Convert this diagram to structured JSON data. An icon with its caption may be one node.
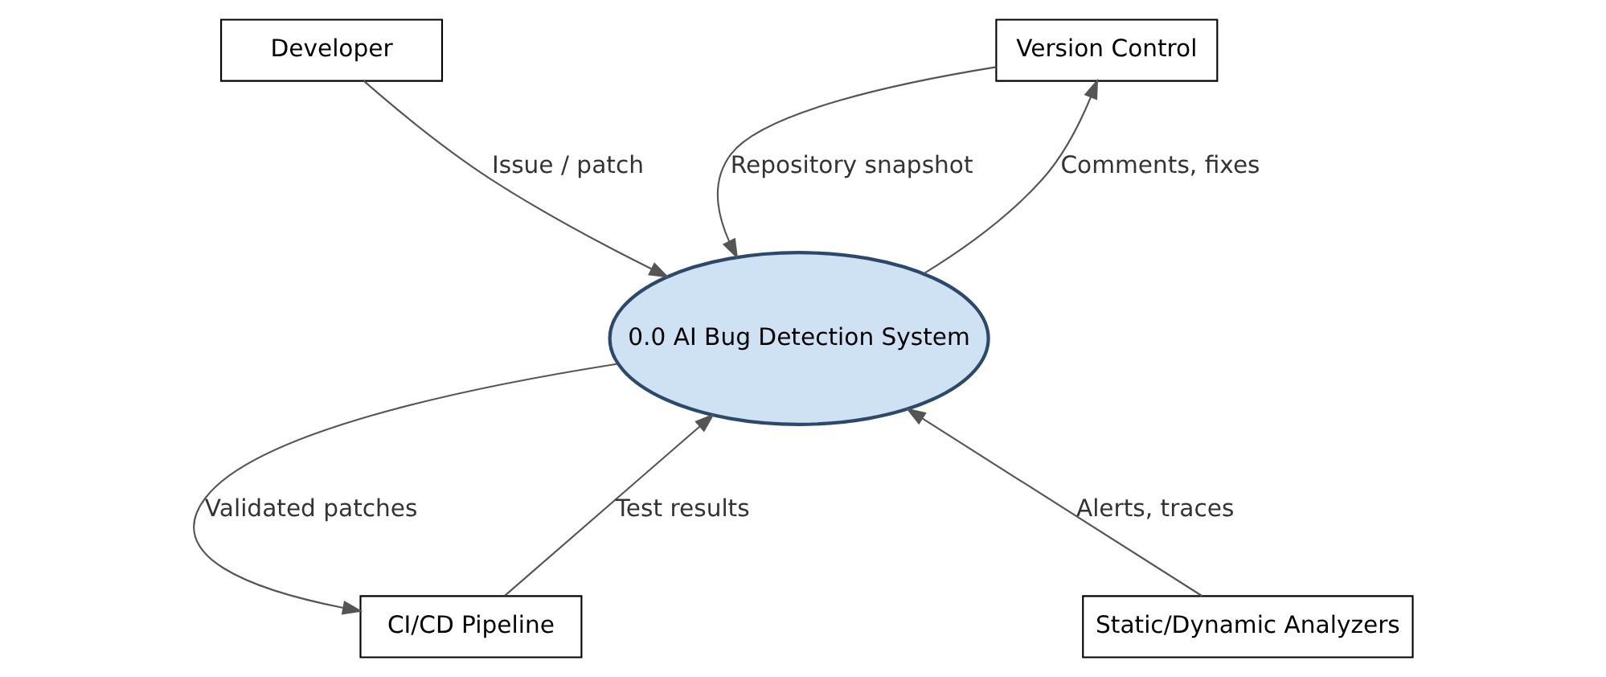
{
  "diagram": {
    "nodes": [
      {
        "text": [
          "Developer"
        ]
      },
      {
        "text": [
          "Version Control"
        ]
      },
      {
        "text": [
          "0.0 AI Bug Detection System"
        ]
      },
      {
        "text": [
          "CI/CD Pipeline"
        ]
      },
      {
        "text": [
          "Static/Dynamic Analyzers"
        ]
      }
    ],
    "edges": [
      {
        "from": 0,
        "to": 2,
        "arrow": "to",
        "label": "Issue / patch"
      },
      {
        "from": 1,
        "to": 2,
        "arrow": "to",
        "label": "Repository snapshot"
      },
      {
        "from": 2,
        "to": 1,
        "arrow": "to",
        "label": "Comments, fixes"
      },
      {
        "from": 2,
        "to": 3,
        "arrow": "to",
        "label": "Validated patches"
      },
      {
        "from": 3,
        "to": 2,
        "arrow": "to",
        "label": "Test results"
      },
      {
        "from": 4,
        "to": 2,
        "arrow": "to",
        "label": "Alerts, traces"
      }
    ]
  }
}
